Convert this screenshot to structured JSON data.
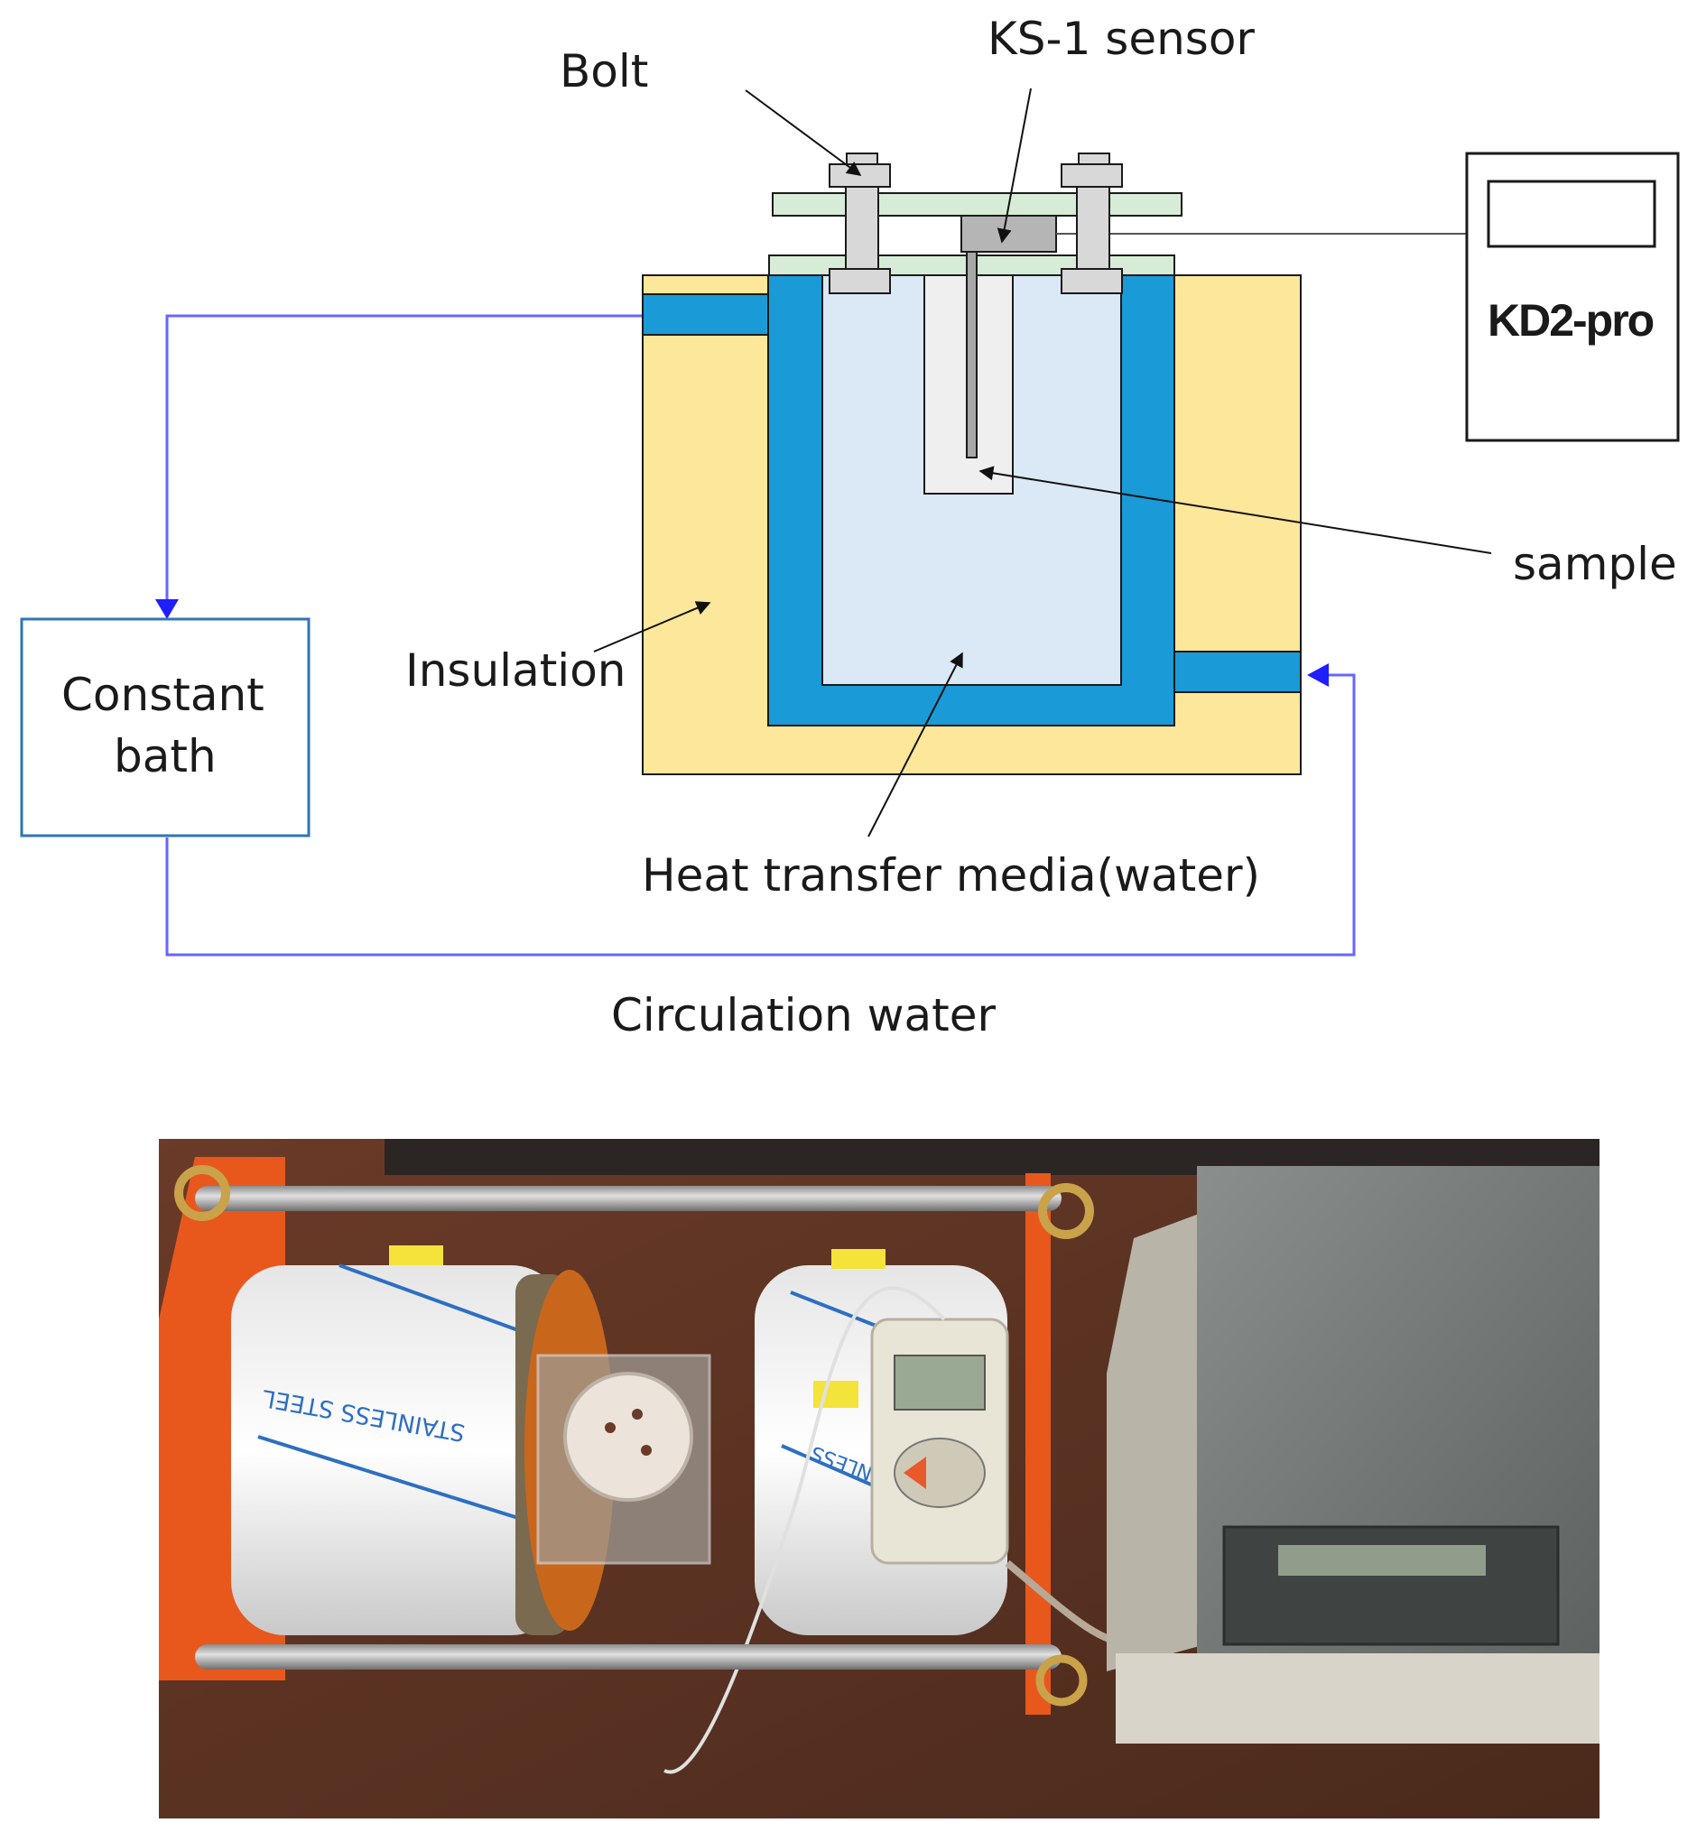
{
  "diagram": {
    "labels": {
      "bolt": "Bolt",
      "ks1_sensor": "KS-1 sensor",
      "kd2_pro": "KD2-pro",
      "sample": "sample",
      "insulation": "Insulation",
      "constant_bath_line1": "Constant",
      "constant_bath_line2": "bath",
      "heat_transfer_media": "Heat transfer media(water)",
      "circulation_water": "Circulation water"
    },
    "colors": {
      "insulation": "#fde79a",
      "water_jacket": "#1a9ad6",
      "media": "#dbe9f7",
      "plates": "#d6ecd6",
      "bolt": "#d8d8d8",
      "circulation_line": "#6666ff",
      "bath_border": "#2e75b6"
    }
  },
  "photo": {
    "device_labels": {
      "tape_left": "STAINLESS STEEL",
      "tape_right": "STAINLESS"
    },
    "colors": {
      "frame": "#e8581c",
      "floor": "#5a3222",
      "controller": "#6f7472"
    }
  }
}
